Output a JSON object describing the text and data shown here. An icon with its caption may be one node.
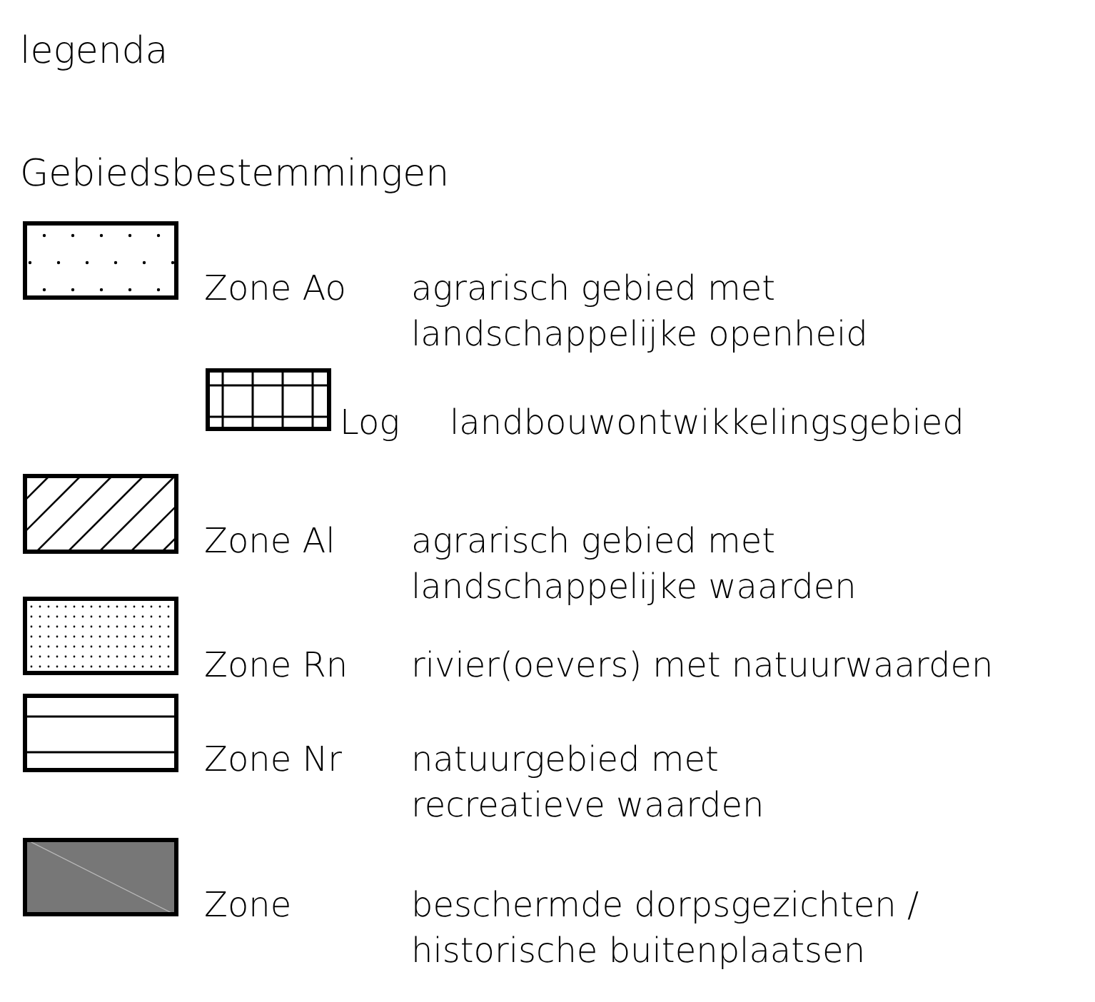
{
  "diagram": {
    "title": "legenda",
    "labels": [
      "Gebiedsbestemmingen",
      "agrarisch gebied met landschappelijke openheid",
      "landbouwontwikkelingsgebied",
      "agrarisch gebied met landschappelijke waarden",
      "rivier(oevers) met natuurwaarden",
      "natuurgebied met recreatieve waarden",
      "beschermde dorpsgezichten / historische buitenplaatsen"
    ],
    "legend": [
      {
        "text": "Zone Ao"
      },
      {
        "text": "Log"
      },
      {
        "text": "Zone Al"
      },
      {
        "text": "Zone Rn"
      },
      {
        "text": "Zone Nr"
      },
      {
        "text": "Zone",
        "color": "#777777"
      }
    ]
  }
}
